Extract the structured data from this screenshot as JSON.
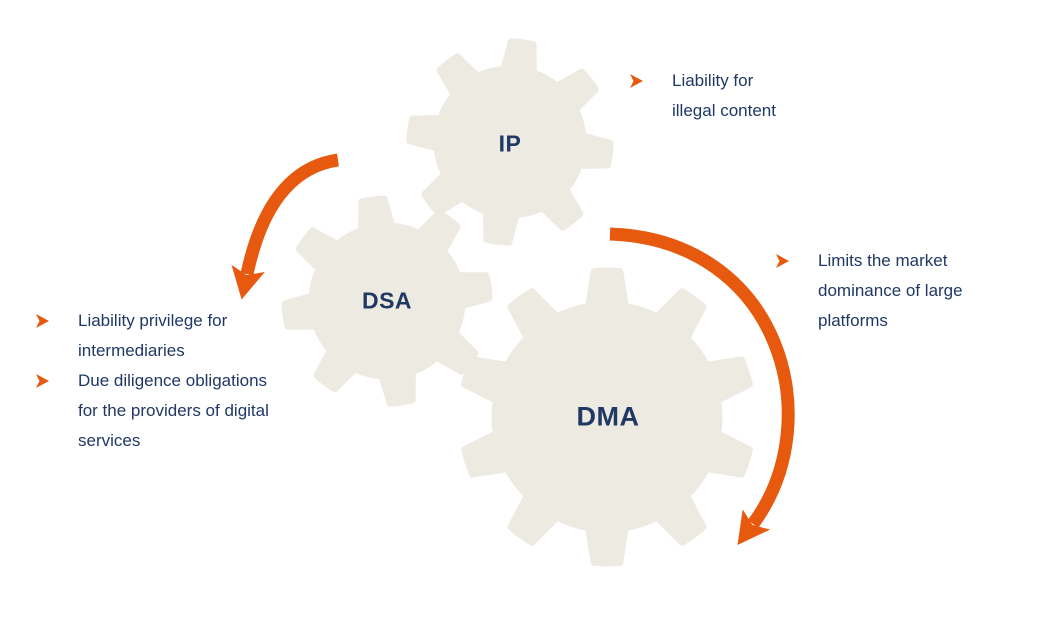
{
  "colors": {
    "accent": "#E6590E",
    "navy": "#1F3864",
    "gear": "#ECEAE1"
  },
  "gears": {
    "ip": {
      "label": "IP"
    },
    "dsa": {
      "label": "DSA"
    },
    "dma": {
      "label": "DMA"
    }
  },
  "notes": {
    "ip": {
      "items": [
        {
          "text": "Liability for\nillegal content"
        }
      ]
    },
    "dsa": {
      "items": [
        {
          "text": "Liability privilege for\nintermediaries"
        },
        {
          "text": "Due diligence obligations\nfor the providers of digital\nservices"
        }
      ]
    },
    "dma": {
      "items": [
        {
          "text": "Limits the market\ndominance of large\nplatforms"
        }
      ]
    }
  }
}
